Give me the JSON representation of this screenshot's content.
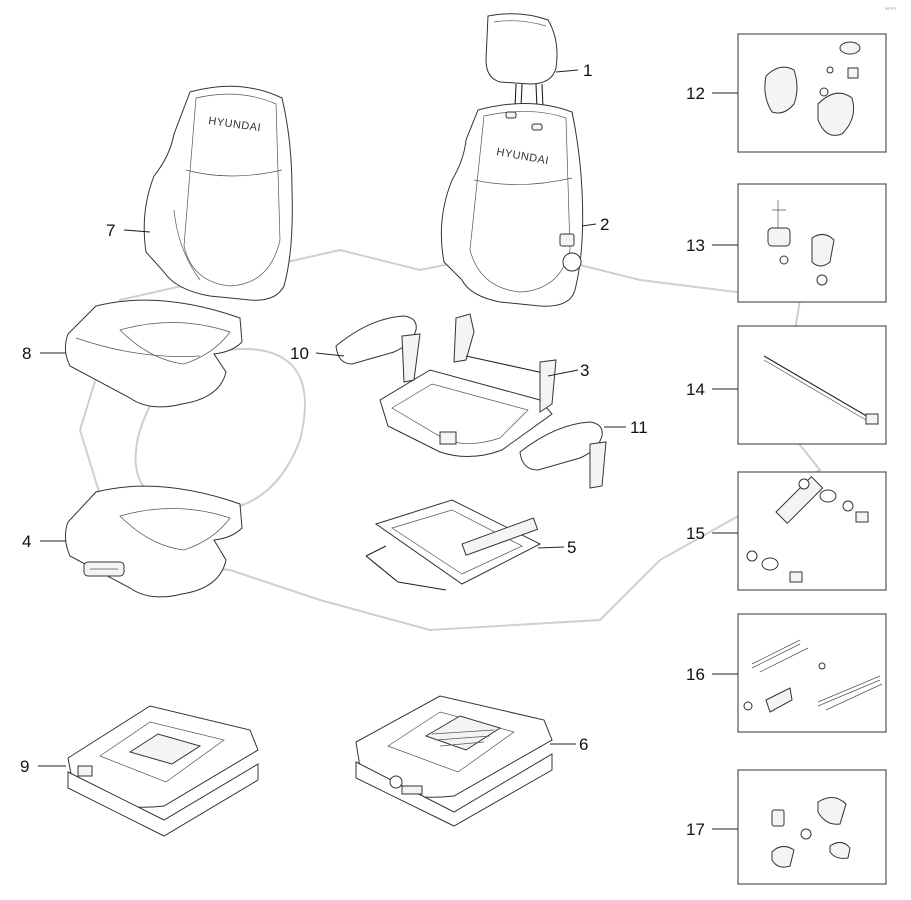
{
  "diagram": {
    "brand_text": "HYUNDAI",
    "corner_mark": "ᵃᵐᵐ",
    "callouts": [
      "1",
      "2",
      "3",
      "4",
      "5",
      "6",
      "7",
      "8",
      "9",
      "10",
      "11",
      "12",
      "13",
      "14",
      "15",
      "16",
      "17"
    ]
  }
}
